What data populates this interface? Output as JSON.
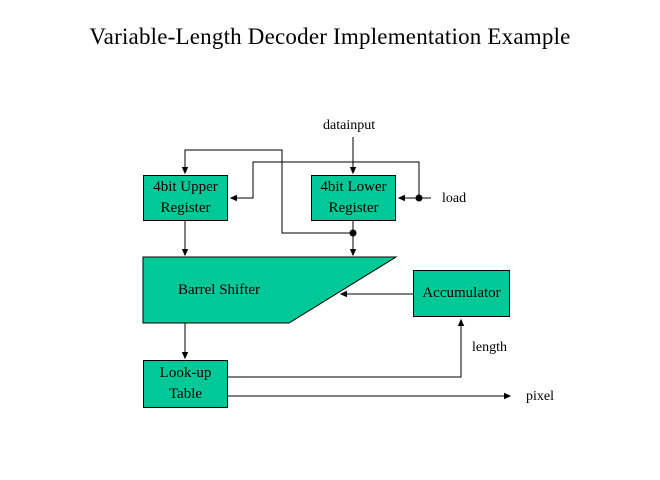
{
  "title": "Variable-Length Decoder Implementation Example",
  "colors": {
    "background": "#FFFFFF",
    "block_fill": "#00C896",
    "block_border": "#000000",
    "connector": "#000000",
    "text": "#000000"
  },
  "blocks": {
    "upper_register": {
      "line1": "4bit Upper",
      "line2": "Register"
    },
    "lower_register": {
      "line1": "4bit Lower",
      "line2": "Register"
    },
    "barrel_shifter": {
      "label": "Barrel Shifter"
    },
    "accumulator": {
      "label": "Accumulator"
    },
    "lookup_table": {
      "line1": "Look-up",
      "line2": "Table"
    }
  },
  "signals": {
    "datainput": "datainput",
    "load": "load",
    "length": "length",
    "pixel": "pixel"
  }
}
